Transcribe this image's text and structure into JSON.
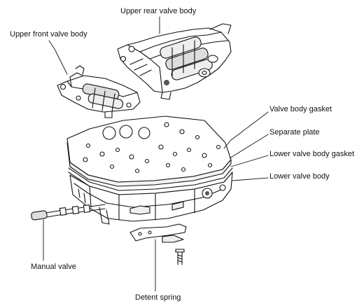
{
  "labels": {
    "upper_rear_valve_body": "Upper rear valve body",
    "upper_front_valve_body": "Upper front valve body",
    "valve_body_gasket": "Valve body gasket",
    "separate_plate": "Separate plate",
    "lower_valve_body_gasket": "Lower valve body gasket",
    "lower_valve_body": "Lower valve body",
    "manual_valve": "Manual valve",
    "detent_spring": "Detent spring"
  },
  "colors": {
    "ink": "#111111",
    "paper": "#ffffff",
    "shade": "#555555"
  }
}
